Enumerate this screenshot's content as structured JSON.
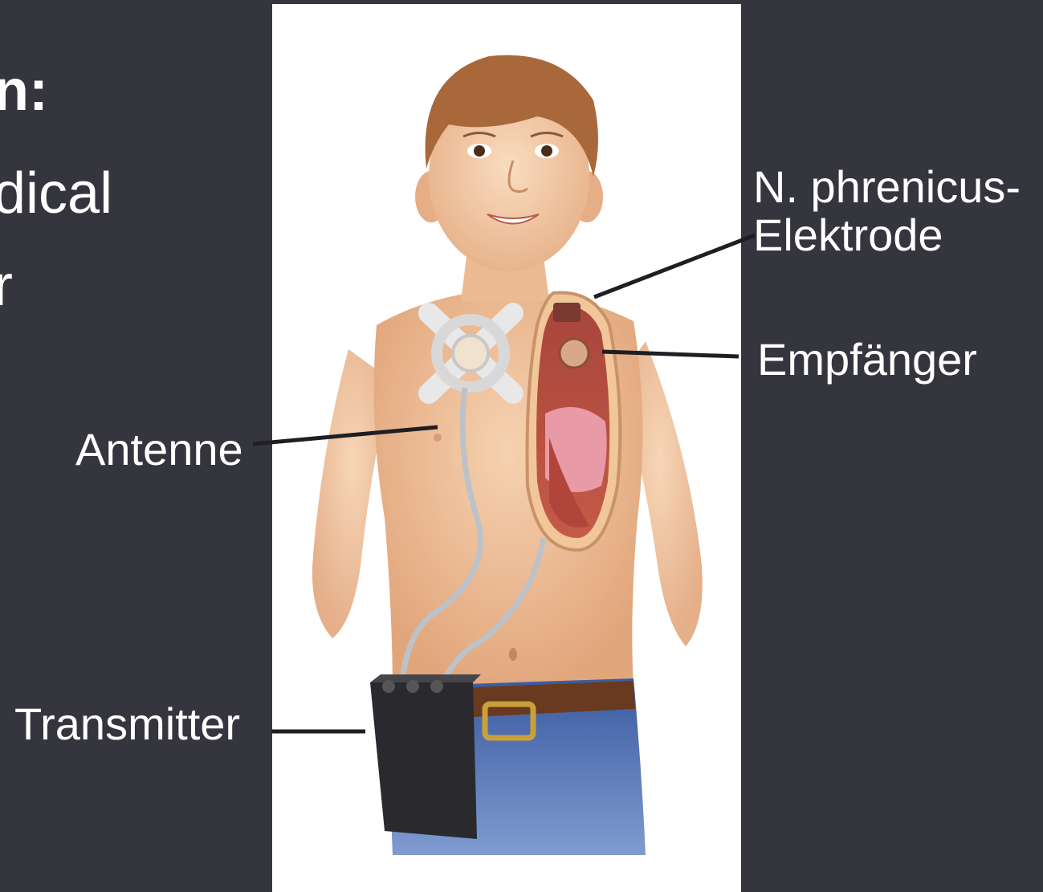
{
  "slide_fragments": {
    "line1": "n:",
    "line2": "dical",
    "line3": "r"
  },
  "labels": {
    "phrenicus_line1": "N. phrenicus-",
    "phrenicus_line2": "Elektrode",
    "empfaenger": "Empfänger",
    "antenne": "Antenne",
    "transmitter": "Transmitter"
  },
  "colors": {
    "background": "#35353d",
    "panel": "#ffffff",
    "leader_line": "#1e1e24",
    "label_text": "#ffffff"
  }
}
